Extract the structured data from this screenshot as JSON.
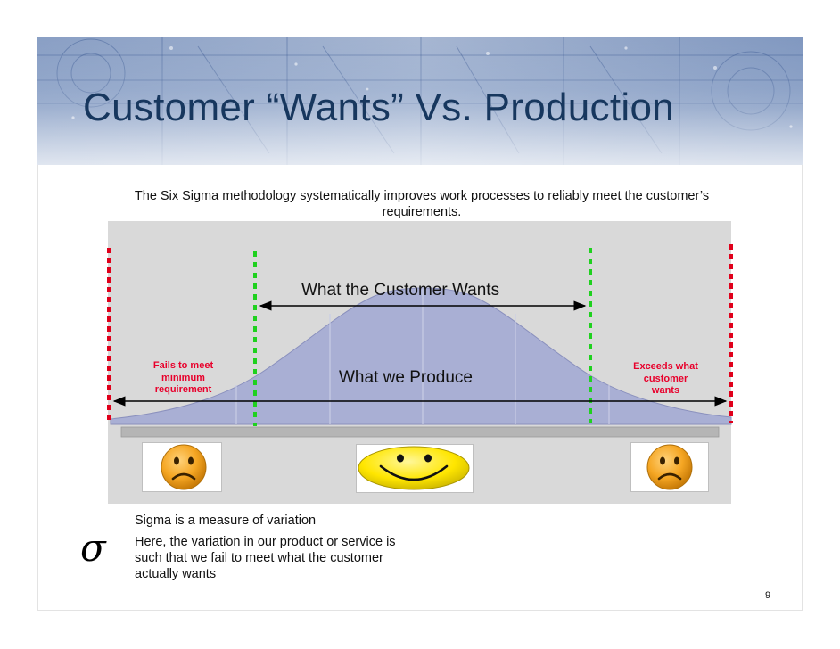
{
  "slide": {
    "title": "Customer “Wants” Vs. Production",
    "subtitle": "The Six Sigma methodology systematically improves work processes to reliably meet the customer’s requirements.",
    "page_number": "9"
  },
  "diagram": {
    "wants_label": "What the Customer Wants",
    "produce_label": "What we Produce",
    "fail_label": [
      "Fails to meet",
      "minimum",
      "requirement"
    ],
    "exceed_label": [
      "Exceeds what",
      "customer",
      "wants"
    ],
    "faces": [
      "sad-face",
      "smiley-face",
      "sad-face"
    ],
    "colors": {
      "background": "#d9d9d9",
      "curve_fill": "#a9afd4",
      "spec_limit_line": "#e0001b",
      "customer_want_line": "#1fd11f",
      "side_label": "#e8002b"
    }
  },
  "notes": {
    "sigma_symbol": "σ",
    "lines": [
      "Sigma is a measure of variation",
      "Here, the variation in our product or service is",
      "such that we fail to meet what the customer",
      "actually wants"
    ]
  }
}
